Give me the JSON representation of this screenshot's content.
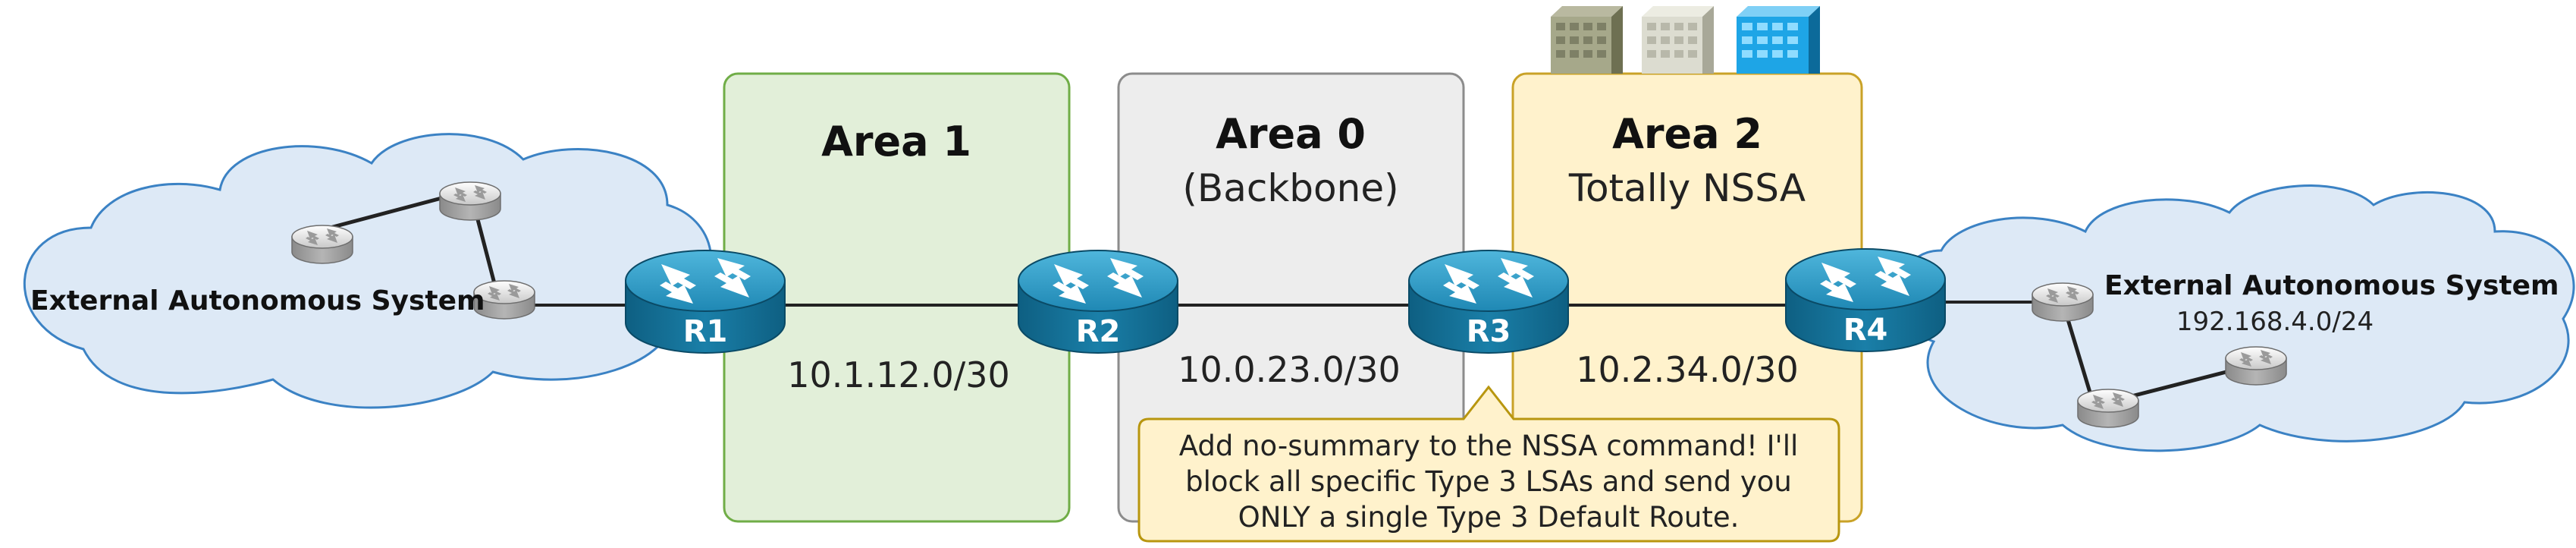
{
  "areas": {
    "area1": {
      "title": "Area 1"
    },
    "area0": {
      "title": "Area 0",
      "subtitle": "(Backbone)"
    },
    "area2": {
      "title": "Area 2",
      "subtitle": "Totally NSSA"
    }
  },
  "routers": {
    "r1": "R1",
    "r2": "R2",
    "r3": "R3",
    "r4": "R4"
  },
  "links": {
    "r1_r2": "10.1.12.0/30",
    "r2_r3": "10.0.23.0/30",
    "r3_r4": "10.2.34.0/30"
  },
  "external": {
    "left": {
      "label": "External Autonomous System"
    },
    "right": {
      "label": "External Autonomous System",
      "subnet": "192.168.4.0/24"
    }
  },
  "callout": {
    "line1": "Add no-summary to the NSSA command! I'll",
    "line2": "block all specific Type 3 LSAs and send you",
    "line3": "ONLY a single Type 3 Default Route."
  },
  "colors": {
    "area1_fill": "#e2efd9",
    "area1_stroke": "#70ad47",
    "area0_fill": "#ededed",
    "area0_stroke": "#8c8c8c",
    "area2_fill": "#fff2cc",
    "area2_stroke": "#c9a227",
    "cloud_fill": "#dde9f6",
    "cloud_stroke": "#3b82c4",
    "router_blue": "#1a7fa8",
    "callout_fill": "#fff2cc",
    "callout_stroke": "#b8960f"
  },
  "icons": {
    "router": "router-icon",
    "small_router": "small-router-icon",
    "buildings": "building-icon"
  }
}
